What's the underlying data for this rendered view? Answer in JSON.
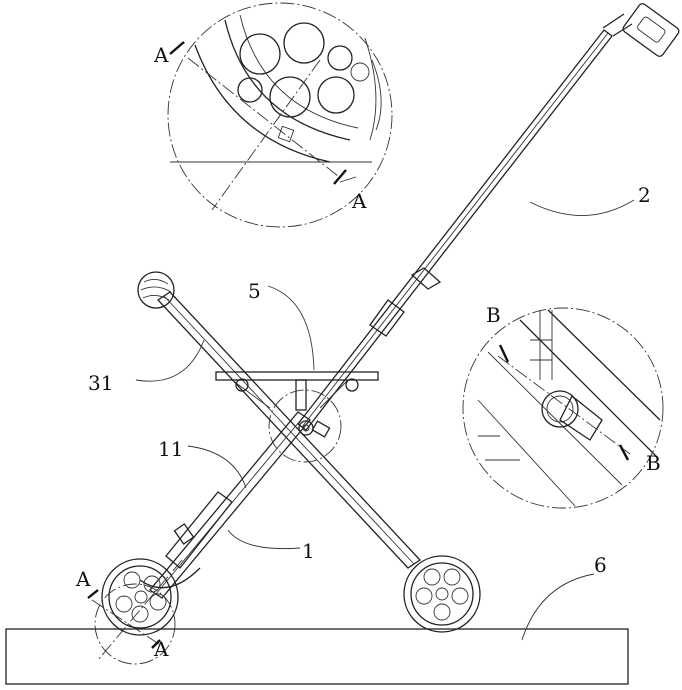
{
  "labels": {
    "handle": "2",
    "seat": "5",
    "front_leg": "31",
    "tube": "11",
    "frame": "1",
    "ground": "6",
    "section_a": "A",
    "section_b": "B"
  }
}
